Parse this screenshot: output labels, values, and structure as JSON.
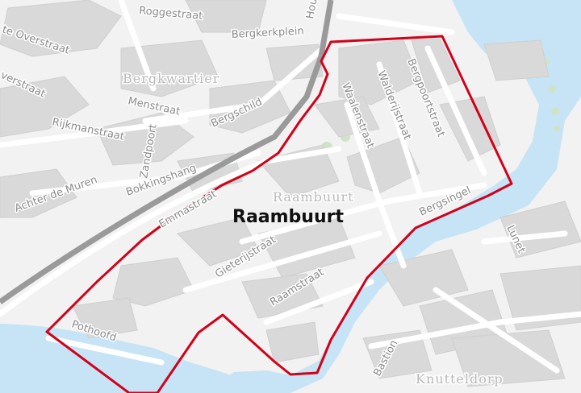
{
  "map": {
    "title": "Raambuurt",
    "colors": {
      "water": "#c6e4f5",
      "land": "#f2f2f2",
      "building": "#d9d9d9",
      "road": "#ffffff",
      "rail": "#9a9a9a",
      "boundary": "#d0021b",
      "green": "#cfe3c8"
    },
    "districts": {
      "bergkwartier": "Bergkwartier",
      "raambuurt": "Raambuurt",
      "knutteldorp": "Knutteldorp"
    },
    "streets": {
      "roggestraat": "Roggestraat",
      "bergkerkplein": "Bergkerkplein",
      "hou": "Hou",
      "overstraat": "te Overstraat",
      "verstraat": "verstraat",
      "menstraat": "Menstraat",
      "rijkmanstraat": "Rijkmanstraat",
      "bergschild": "Bergschild",
      "zandpoort": "Zandpoort",
      "achter": "Achter de Muren",
      "bokkingshang": "Bokkingshang",
      "emmastraat": "Emmastraat",
      "gieterij": "Gieterijstraat",
      "raamstraat": "Raamstraat",
      "bergsingel": "Bergsingel",
      "bergpoortstraat": "Bergpoortstraat",
      "walderij": "Walderijstraat",
      "waalen": "Waalenstraat",
      "lunet": "Lunet",
      "pothoofd": "Pothoofd",
      "bastion": "Bastion"
    }
  }
}
